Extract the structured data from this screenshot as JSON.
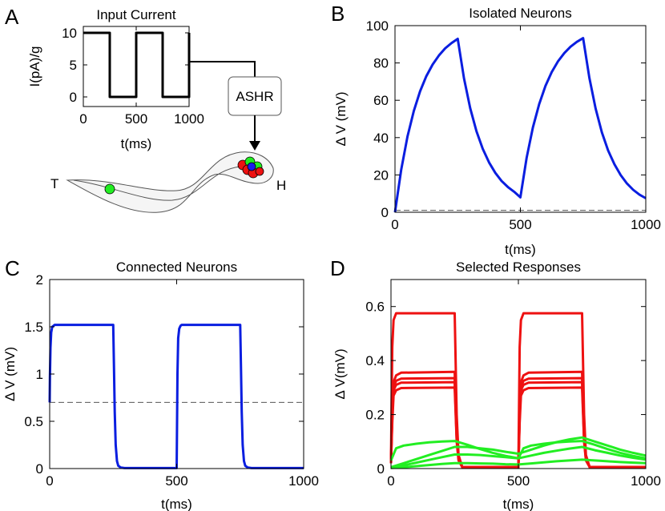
{
  "panels": {
    "A": {
      "letter": "A",
      "title": "Input Current",
      "ylabel": "I(pA)/g",
      "xlabel": "t(ms)",
      "xticks": [
        "0",
        "500",
        "1000"
      ],
      "yticks": [
        "0",
        "5",
        "10"
      ],
      "box_label": "ASHR",
      "tail_label": "T",
      "head_label": "H"
    },
    "B": {
      "letter": "B"
    },
    "C": {
      "letter": "C"
    },
    "D": {
      "letter": "D"
    }
  },
  "chart_data": [
    {
      "id": "A",
      "type": "line",
      "title": "Input Current",
      "xlabel": "t(ms)",
      "ylabel": "I(pA)/g",
      "xlim": [
        0,
        1000
      ],
      "ylim": [
        -1.5,
        11
      ],
      "xticks": [
        0,
        500,
        1000
      ],
      "yticks": [
        0,
        5,
        10
      ],
      "series": [
        {
          "color": "#000000",
          "x": [
            0,
            250,
            250,
            500,
            500,
            750,
            750,
            1000,
            1000
          ],
          "y": [
            10,
            10,
            0,
            0,
            10,
            10,
            0,
            0,
            10
          ]
        }
      ],
      "grid": false
    },
    {
      "id": "B",
      "type": "line",
      "title": "Isolated Neurons",
      "xlabel": "t(ms)",
      "ylabel": "Δ V (mV)",
      "xlim": [
        0,
        1000
      ],
      "ylim": [
        0,
        100
      ],
      "xticks": [
        0,
        500,
        1000
      ],
      "yticks": [
        0,
        20,
        40,
        60,
        80,
        100
      ],
      "baseline": 1,
      "series": [
        {
          "color": "#0a1ee0",
          "x": [
            0,
            25,
            50,
            75,
            100,
            125,
            150,
            175,
            200,
            225,
            250,
            275,
            300,
            325,
            350,
            375,
            400,
            425,
            450,
            475,
            500,
            525,
            550,
            575,
            600,
            625,
            650,
            675,
            700,
            725,
            750,
            775,
            800,
            825,
            850,
            875,
            900,
            925,
            950,
            975,
            1000
          ],
          "y": [
            0,
            22.9,
            40.6,
            54.3,
            64.8,
            72.9,
            79.2,
            84.0,
            87.8,
            90.6,
            92.9,
            71.8,
            55.7,
            43.4,
            34.0,
            26.7,
            21.1,
            16.8,
            13.5,
            11.0,
            8.0,
            29.2,
            45.4,
            58.0,
            67.7,
            75.1,
            80.9,
            85.3,
            88.7,
            91.3,
            93.3,
            72.0,
            55.6,
            42.8,
            33.1,
            25.7,
            19.9,
            15.4,
            12.0,
            9.4,
            7.5
          ]
        }
      ],
      "grid": false
    },
    {
      "id": "C",
      "type": "line",
      "title": "Connected Neurons",
      "xlabel": "t(ms)",
      "ylabel": "Δ V (mV)",
      "xlim": [
        0,
        1000
      ],
      "ylim": [
        0,
        2
      ],
      "xticks": [
        0,
        500,
        1000
      ],
      "yticks": [
        0,
        0.5,
        1,
        1.5,
        2
      ],
      "baseline": 0.7,
      "series": [
        {
          "color": "#0a1ee0",
          "x": [
            0,
            1,
            3,
            6,
            10,
            15,
            20,
            30,
            45,
            240,
            250,
            253,
            256,
            260,
            265,
            270,
            280,
            295,
            500,
            501,
            503,
            506,
            510,
            515,
            520,
            530,
            545,
            740,
            750,
            753,
            756,
            760,
            765,
            770,
            780,
            795,
            1000
          ],
          "y": [
            0.7,
            0.96,
            1.28,
            1.44,
            1.5,
            1.51,
            1.52,
            1.52,
            1.52,
            1.52,
            1.52,
            1.1,
            0.6,
            0.25,
            0.08,
            0.03,
            0.01,
            0.005,
            0.005,
            0.3,
            1.0,
            1.38,
            1.48,
            1.51,
            1.52,
            1.52,
            1.52,
            1.52,
            1.52,
            1.1,
            0.6,
            0.25,
            0.08,
            0.03,
            0.01,
            0.005,
            0.005
          ]
        }
      ],
      "grid": false
    },
    {
      "id": "D",
      "type": "line",
      "title": "Selected Responses",
      "xlabel": "t(ms)",
      "ylabel": "Δ V(mV)",
      "xlim": [
        0,
        1000
      ],
      "ylim": [
        0,
        0.7
      ],
      "xticks": [
        0,
        500,
        1000
      ],
      "yticks": [
        0,
        0.2,
        0.4,
        0.6
      ],
      "series": [
        {
          "color": "#ee1111",
          "x": [
            0,
            5,
            10,
            20,
            250,
            258,
            265,
            280,
            500,
            505,
            510,
            520,
            750,
            758,
            765,
            780,
            1000
          ],
          "y": [
            0.03,
            0.45,
            0.55,
            0.575,
            0.575,
            0.2,
            0.05,
            0.005,
            0.005,
            0.45,
            0.55,
            0.575,
            0.575,
            0.2,
            0.05,
            0.005,
            0.005
          ]
        },
        {
          "color": "#ee1111",
          "x": [
            0,
            5,
            10,
            20,
            40,
            250,
            258,
            265,
            280,
            500,
            505,
            510,
            520,
            540,
            750,
            758,
            765,
            780,
            1000
          ],
          "y": [
            0.02,
            0.22,
            0.32,
            0.345,
            0.355,
            0.358,
            0.13,
            0.04,
            0.005,
            0.005,
            0.22,
            0.32,
            0.345,
            0.355,
            0.358,
            0.13,
            0.04,
            0.005,
            0.005
          ]
        },
        {
          "color": "#ee1111",
          "x": [
            0,
            5,
            10,
            20,
            40,
            250,
            258,
            265,
            280,
            500,
            505,
            510,
            520,
            540,
            750,
            758,
            765,
            780,
            1000
          ],
          "y": [
            0.02,
            0.2,
            0.3,
            0.325,
            0.333,
            0.335,
            0.12,
            0.04,
            0.005,
            0.005,
            0.2,
            0.3,
            0.325,
            0.333,
            0.335,
            0.12,
            0.04,
            0.005,
            0.005
          ]
        },
        {
          "color": "#ee1111",
          "x": [
            0,
            5,
            10,
            20,
            40,
            250,
            258,
            265,
            280,
            500,
            505,
            510,
            520,
            540,
            750,
            758,
            765,
            780,
            1000
          ],
          "y": [
            0.02,
            0.19,
            0.29,
            0.31,
            0.318,
            0.32,
            0.11,
            0.035,
            0.005,
            0.005,
            0.19,
            0.29,
            0.31,
            0.318,
            0.32,
            0.11,
            0.035,
            0.005,
            0.005
          ]
        },
        {
          "color": "#ee1111",
          "x": [
            0,
            5,
            10,
            20,
            40,
            250,
            258,
            265,
            280,
            500,
            505,
            510,
            520,
            540,
            750,
            758,
            765,
            780,
            1000
          ],
          "y": [
            0.02,
            0.17,
            0.27,
            0.29,
            0.298,
            0.3,
            0.1,
            0.03,
            0.005,
            0.005,
            0.17,
            0.27,
            0.29,
            0.298,
            0.3,
            0.1,
            0.03,
            0.005,
            0.005
          ]
        },
        {
          "color": "#22ee22",
          "x": [
            0,
            20,
            50,
            100,
            150,
            200,
            250,
            300,
            350,
            400,
            450,
            500,
            520,
            550,
            600,
            650,
            700,
            750,
            800,
            850,
            900,
            950,
            1000
          ],
          "y": [
            0.03,
            0.075,
            0.085,
            0.092,
            0.097,
            0.1,
            0.102,
            0.088,
            0.072,
            0.058,
            0.047,
            0.038,
            0.075,
            0.085,
            0.092,
            0.097,
            0.1,
            0.102,
            0.088,
            0.072,
            0.058,
            0.047,
            0.038
          ]
        },
        {
          "color": "#22ee22",
          "x": [
            0,
            50,
            100,
            150,
            200,
            250,
            300,
            350,
            400,
            450,
            500,
            550,
            600,
            650,
            700,
            750,
            800,
            850,
            900,
            950,
            1000
          ],
          "y": [
            0.005,
            0.02,
            0.035,
            0.05,
            0.065,
            0.08,
            0.08,
            0.075,
            0.07,
            0.062,
            0.055,
            0.07,
            0.085,
            0.098,
            0.108,
            0.115,
            0.1,
            0.085,
            0.07,
            0.058,
            0.048
          ]
        },
        {
          "color": "#22ee22",
          "x": [
            0,
            50,
            100,
            150,
            200,
            250,
            300,
            350,
            400,
            450,
            500,
            550,
            600,
            650,
            700,
            750,
            800,
            850,
            900,
            950,
            1000
          ],
          "y": [
            0.005,
            0.012,
            0.022,
            0.032,
            0.042,
            0.052,
            0.052,
            0.05,
            0.046,
            0.042,
            0.038,
            0.048,
            0.058,
            0.066,
            0.074,
            0.08,
            0.068,
            0.058,
            0.048,
            0.04,
            0.033
          ]
        },
        {
          "color": "#22ee22",
          "x": [
            0,
            50,
            100,
            150,
            200,
            250,
            300,
            350,
            400,
            450,
            500,
            550,
            600,
            650,
            700,
            750,
            800,
            850,
            900,
            950,
            1000
          ],
          "y": [
            0.002,
            0.005,
            0.009,
            0.013,
            0.017,
            0.02,
            0.02,
            0.019,
            0.018,
            0.016,
            0.015,
            0.019,
            0.023,
            0.027,
            0.03,
            0.033,
            0.03,
            0.027,
            0.024,
            0.022,
            0.02
          ]
        }
      ],
      "grid": false
    }
  ]
}
